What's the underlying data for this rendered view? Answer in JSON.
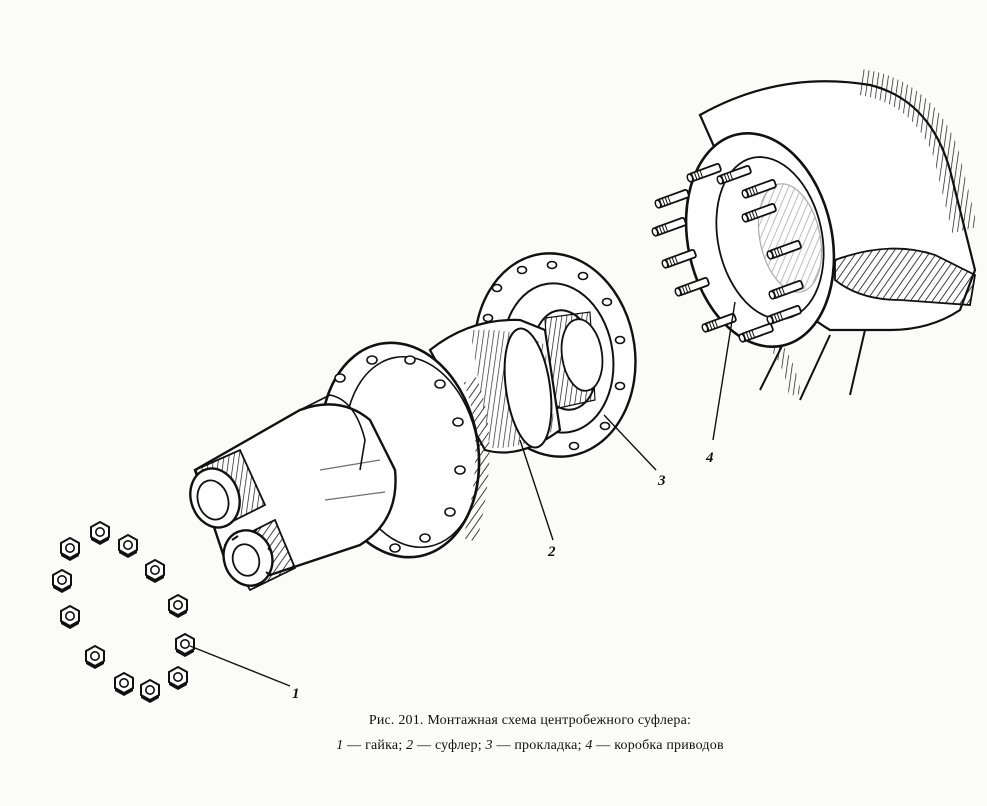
{
  "figure": {
    "caption_title": "Рис. 201. Монтажная схема центробежного суфлера:",
    "legend": [
      {
        "num": "1",
        "text": "гайка"
      },
      {
        "num": "2",
        "text": "суфлер"
      },
      {
        "num": "3",
        "text": "прокладка"
      },
      {
        "num": "4",
        "text": "коробка приводов"
      }
    ],
    "separator": " — ",
    "delimiter": "; "
  },
  "callouts": [
    {
      "num": "1",
      "part": "гайка"
    },
    {
      "num": "2",
      "part": "суфлер"
    },
    {
      "num": "3",
      "part": "прокладка"
    },
    {
      "num": "4",
      "part": "коробка приводов"
    }
  ],
  "colors": {
    "ink": "#111111",
    "paper": "#fbfbf9"
  }
}
